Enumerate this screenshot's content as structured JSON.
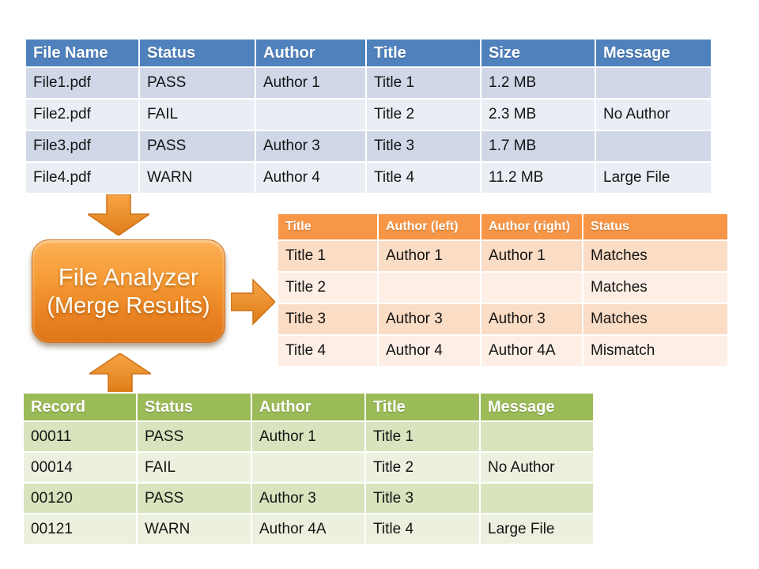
{
  "analyzer_box": {
    "title": "File Analyzer",
    "subtitle": "(Merge Results)"
  },
  "file_table": {
    "headers": [
      "File Name",
      "Status",
      "Author",
      "Title",
      "Size",
      "Message"
    ],
    "rows": [
      [
        "File1.pdf",
        "PASS",
        "Author 1",
        "Title 1",
        "1.2 MB",
        ""
      ],
      [
        "File2.pdf",
        "FAIL",
        "",
        "Title 2",
        "2.3 MB",
        "No Author"
      ],
      [
        "File3.pdf",
        "PASS",
        "Author 3",
        "Title 3",
        "1.7 MB",
        ""
      ],
      [
        "File4.pdf",
        "WARN",
        "Author 4",
        "Title 4",
        "11.2 MB",
        "Large File"
      ]
    ]
  },
  "merge_table": {
    "headers": [
      "Title",
      "Author (left)",
      "Author (right)",
      "Status"
    ],
    "rows": [
      [
        "Title 1",
        "Author 1",
        "Author 1",
        "Matches"
      ],
      [
        "Title 2",
        "",
        "",
        "Matches"
      ],
      [
        "Title 3",
        "Author 3",
        "Author 3",
        "Matches"
      ],
      [
        "Title 4",
        "Author 4",
        "Author 4A",
        "Mismatch"
      ]
    ]
  },
  "record_table": {
    "headers": [
      "Record",
      "Status",
      "Author",
      "Title",
      "Message"
    ],
    "rows": [
      [
        "00011",
        "PASS",
        "Author 1",
        "Title 1",
        ""
      ],
      [
        "00014",
        "FAIL",
        "",
        "Title 2",
        "No Author"
      ],
      [
        "00120",
        "PASS",
        "Author 3",
        "Title 3",
        ""
      ],
      [
        "00121",
        "WARN",
        "Author 4A",
        "Title 4",
        "Large File"
      ]
    ]
  },
  "colors": {
    "blue_header": "#4F81BD",
    "blue_row_dark": "#D0D8E8",
    "blue_row_light": "#E9EDF4",
    "orange_header": "#F79646",
    "orange_row_dark": "#FBDCC4",
    "orange_row_light": "#FDEFE5",
    "green_header": "#9BBB59",
    "green_row_dark": "#D7E4BD",
    "green_row_light": "#EBF1DE",
    "arrow_orange_top": "#F7A445",
    "arrow_orange_bottom": "#DE7D19",
    "box_gradient_top": "#FCB055",
    "box_gradient_bottom": "#DE771A"
  }
}
